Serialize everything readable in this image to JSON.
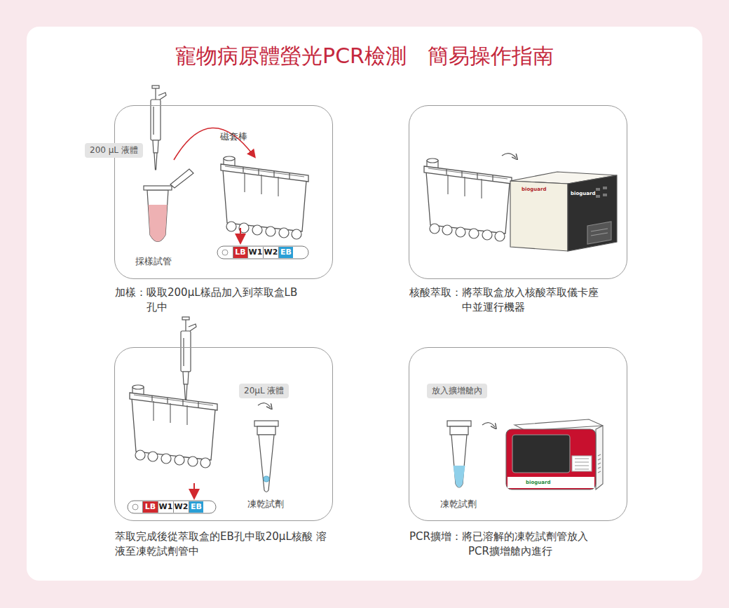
{
  "diagram": {
    "title": "寵物病原體螢光PCR檢測　簡易操作指南",
    "nodes": [
      {
        "text": [
          "磁套棒",
          "採樣試管",
          "加樣：吸取200μL樣品加入到萃取盒LB 孔中"
        ]
      },
      {
        "text": [
          "200 μL 液體"
        ],
        "in": 0
      },
      {
        "text": [
          "核酸萃取：將萃取盒放入核酸萃取儀卡座 中並運行機器"
        ]
      },
      {
        "text": [
          "凍乾試劑",
          "萃取完成後從萃取盒的EB孔中取20μL核酸 溶液至凍乾試劑管中"
        ]
      },
      {
        "text": [
          "20μL 液體"
        ],
        "in": 3
      },
      {
        "text": [
          "凍乾試劑",
          "PCR擴增：將已溶解的凍乾試劑管放入 PCR擴增艙內進行"
        ]
      },
      {
        "text": [
          "放入擴增艙內"
        ],
        "in": 5
      }
    ],
    "labels": [
      "LB",
      "W1",
      "W2",
      "EB",
      "LB",
      "W1",
      "W2",
      "EB",
      "bioguard",
      "bioguard",
      "bioguard"
    ]
  }
}
